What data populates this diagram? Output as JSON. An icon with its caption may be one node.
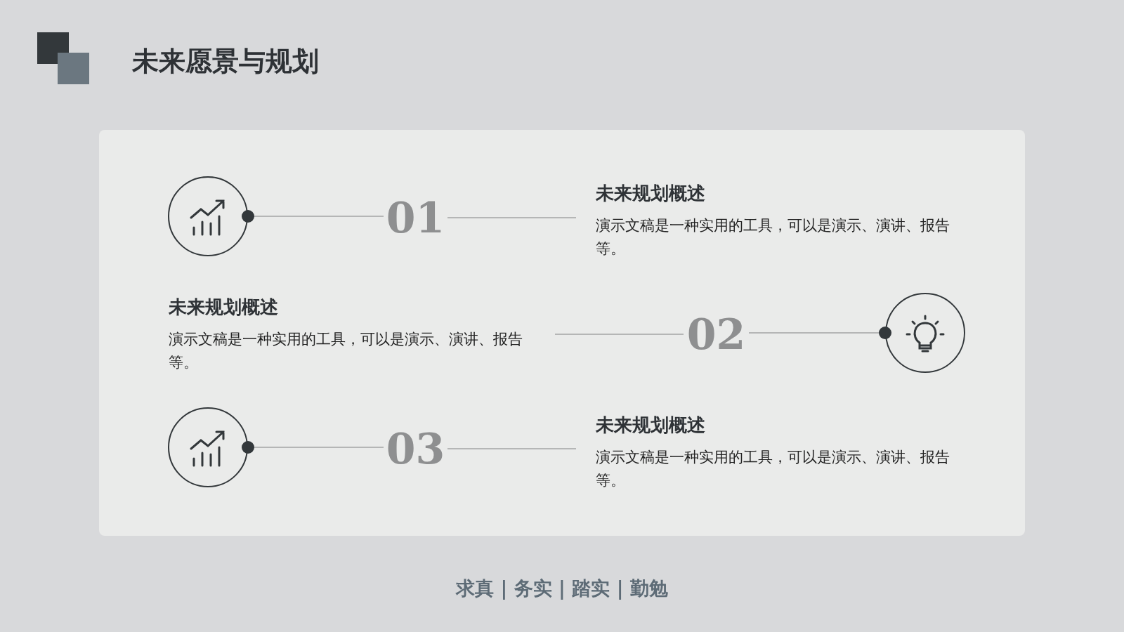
{
  "diagram": {
    "title": "未来愿景与规划",
    "nodes": [
      {
        "text": [],
        "shape": "circle"
      },
      {
        "text": [
          "01"
        ]
      },
      {
        "text": [
          "未来规划概述",
          "演示文稿是一种实用的工具，可以是演示、演讲、报告等。"
        ]
      },
      {
        "text": [
          "未来规划概述",
          "演示文稿是一种实用的工具，可以是演示、演讲、报告等。"
        ]
      },
      {
        "text": [
          "02"
        ]
      },
      {
        "text": [],
        "shape": "circle"
      },
      {
        "text": [],
        "shape": "circle"
      },
      {
        "text": [
          "03"
        ]
      },
      {
        "text": [
          "未来规划概述",
          "演示文稿是一种实用的工具，可以是演示、演讲、报告等。"
        ]
      }
    ],
    "edges": [
      {
        "from": 0,
        "to": 1,
        "arrow": "other"
      },
      {
        "from": 1,
        "to": 2,
        "arrow": "none"
      },
      {
        "from": 5,
        "to": 4,
        "arrow": "other"
      },
      {
        "from": 4,
        "to": 3,
        "arrow": "none"
      },
      {
        "from": 6,
        "to": 7,
        "arrow": "other"
      },
      {
        "from": 7,
        "to": 8,
        "arrow": "none"
      }
    ],
    "labels": [
      "求真 | 务实 | 踏实 | 勤勉"
    ]
  }
}
